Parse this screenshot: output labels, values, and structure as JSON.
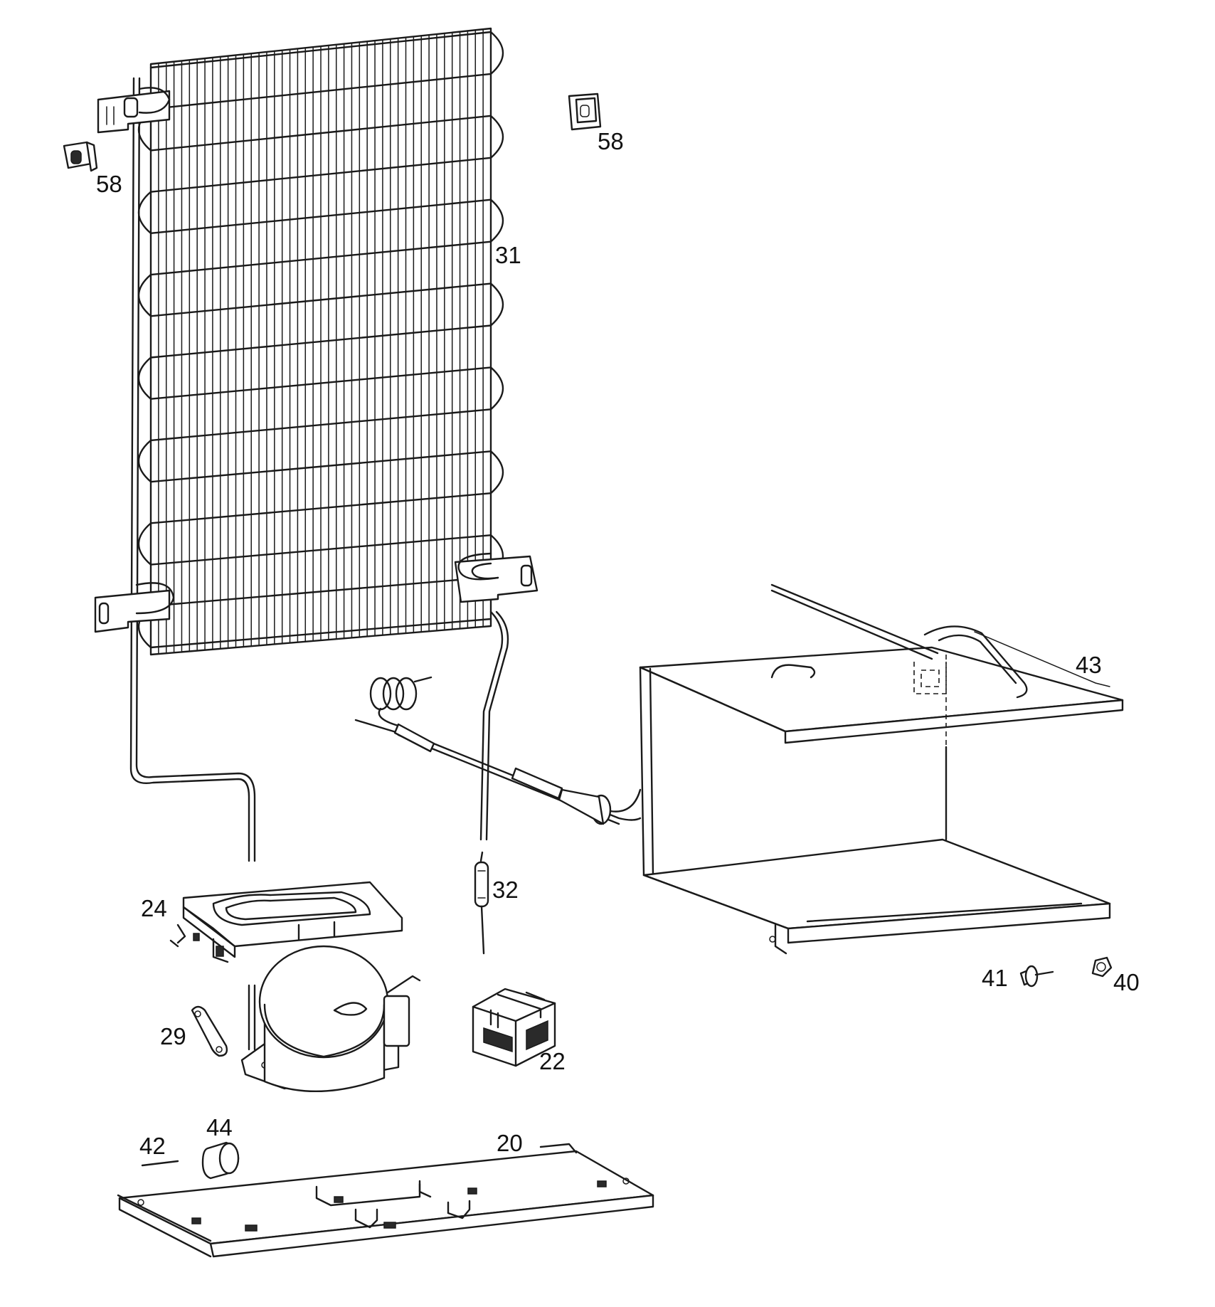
{
  "diagram": {
    "line_color": "#1a1a1a",
    "background": "#ffffff",
    "callouts": {
      "c58_left": "58",
      "c58_right": "58",
      "c31": "31",
      "c43": "43",
      "c32": "32",
      "c24": "24",
      "c29": "29",
      "c22": "22",
      "c41": "41",
      "c40": "40",
      "c44": "44",
      "c42": "42",
      "c20": "20"
    },
    "parts": {
      "condenser": "condenser-coil",
      "bracket_clip": "mounting-clip",
      "capillary": "capillary-tube",
      "evaporator": "evaporator-box",
      "thermostat": "thermostat-sensor",
      "compressor_frame": "compressor-bracket",
      "compressor": "compressor",
      "starter_relay": "starter-relay",
      "base_plate": "base-plate",
      "damper": "rubber-damper",
      "pin": "pin",
      "screw": "screw",
      "nut": "nut",
      "fuse": "overload-fuse"
    }
  }
}
